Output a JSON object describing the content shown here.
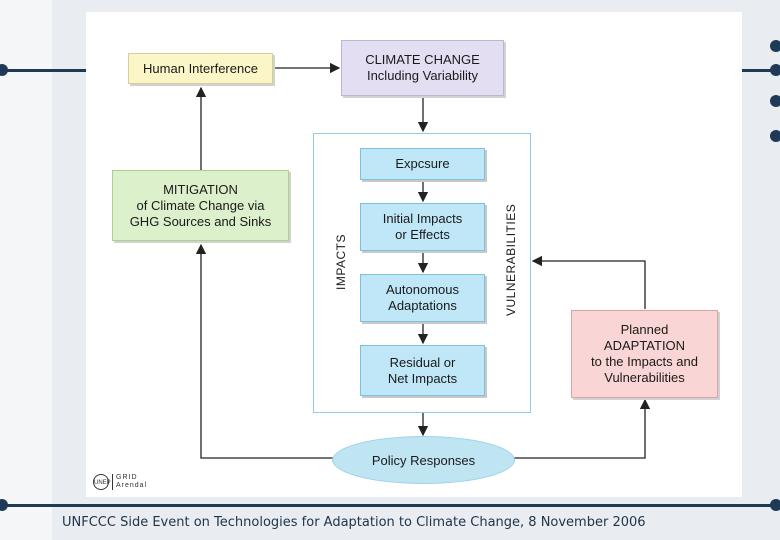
{
  "diagram": {
    "human_interference": "Human Interference",
    "climate_change": "CLIMATE CHANGE\nIncluding Variability",
    "mitigation": "MITIGATION\nof Climate Change via\nGHG Sources and Sinks",
    "impacts_label": "IMPACTS",
    "vulnerabilities_label": "VULNERABILITIES",
    "exposure": "Expcsure",
    "initial_impacts": "Initial Impacts\nor Effects",
    "autonomous_adaptations": "Autonomous\nAdaptations",
    "residual_impacts": "Residual or\nNet Impacts",
    "planned_adaptation": "Planned\nADAPTATION\nto the Impacts and\nVulnerabilities",
    "policy_responses": "Policy Responses"
  },
  "logo": {
    "un_text": "UNEP",
    "grid_line1": "GRID",
    "grid_line2": "Arendal"
  },
  "footer": {
    "text": "UNFCCC Side Event on Technologies for Adaptation to Climate Change, 8 November 2006"
  },
  "colors": {
    "accent": "#1e3a57",
    "yellow_box": "#fcf5c8",
    "lavender_box": "#e3def1",
    "green_box": "#ddf0cc",
    "pink_box": "#f9d5d5",
    "blue_box": "#bfe7f7"
  }
}
